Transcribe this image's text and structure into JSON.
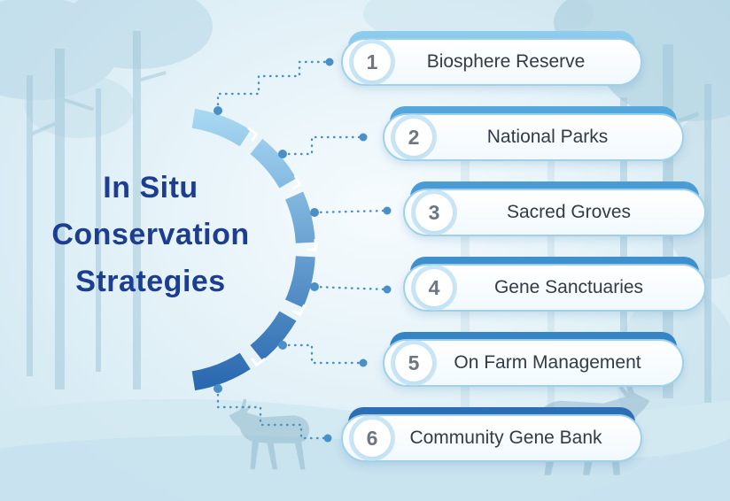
{
  "title": {
    "lines": [
      "In Situ",
      "Conservation",
      "Strategies"
    ]
  },
  "items": [
    {
      "number": "1",
      "label": "Biosphere Reserve",
      "bar_color": "#8ecdee"
    },
    {
      "number": "2",
      "label": "National Parks",
      "bar_color": "#55a8dd"
    },
    {
      "number": "3",
      "label": "Sacred Groves",
      "bar_color": "#4a9cd7"
    },
    {
      "number": "4",
      "label": "Gene Sanctuaries",
      "bar_color": "#3f90cf"
    },
    {
      "number": "5",
      "label": "On Farm Management",
      "bar_color": "#3484c6"
    },
    {
      "number": "6",
      "label": "Community Gene Bank",
      "bar_color": "#2d6eb5"
    }
  ],
  "colors": {
    "title_text": "#1d3e8f",
    "label_text": "#333b44",
    "number_text": "#6d7681",
    "pill_border": "#9fd0ea",
    "connector": "#4a90c8",
    "arc_top": "#a7d8f2",
    "arc_bottom": "#2a68b0",
    "background": "#e4f2f8"
  }
}
